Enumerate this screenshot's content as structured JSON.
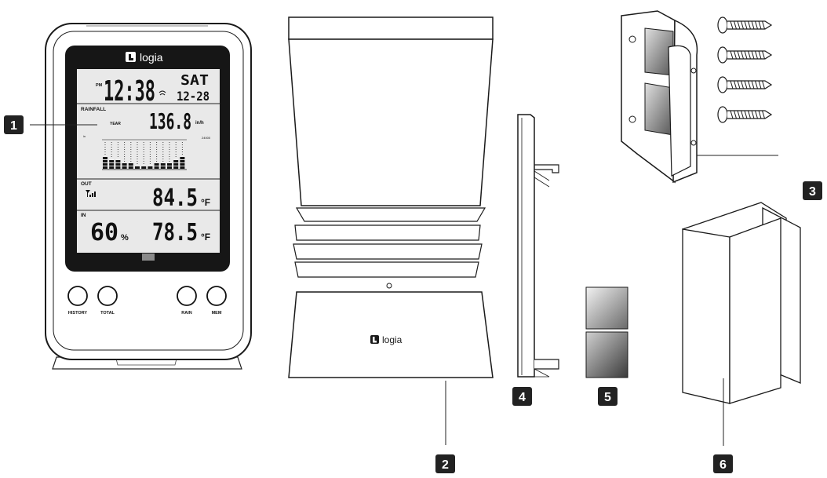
{
  "brand": "logia",
  "callouts": [
    "1",
    "2",
    "3",
    "4",
    "5",
    "6"
  ],
  "console": {
    "am_pm": "PM",
    "time": "12:38",
    "day": "SAT",
    "date": "12-28",
    "rainfall_label": "RAINFALL",
    "period": "YEAR",
    "rain_value": "136.8",
    "rain_unit": "in/h",
    "chart_unit_left": "in",
    "chart_unit_right": "24000",
    "out_label": "OUT",
    "out_temp": "84.5",
    "in_label": "IN",
    "in_humidity": "60",
    "humidity_unit": "%",
    "in_temp": "78.5",
    "temp_unit": "°F",
    "buttons": [
      "HISTORY",
      "TOTAL",
      "RAIN",
      "MEM"
    ]
  },
  "colors": {
    "ink": "#1a1a1a",
    "badge": "#222222",
    "lcd": "#e9e9e9",
    "bezel": "#161616"
  }
}
